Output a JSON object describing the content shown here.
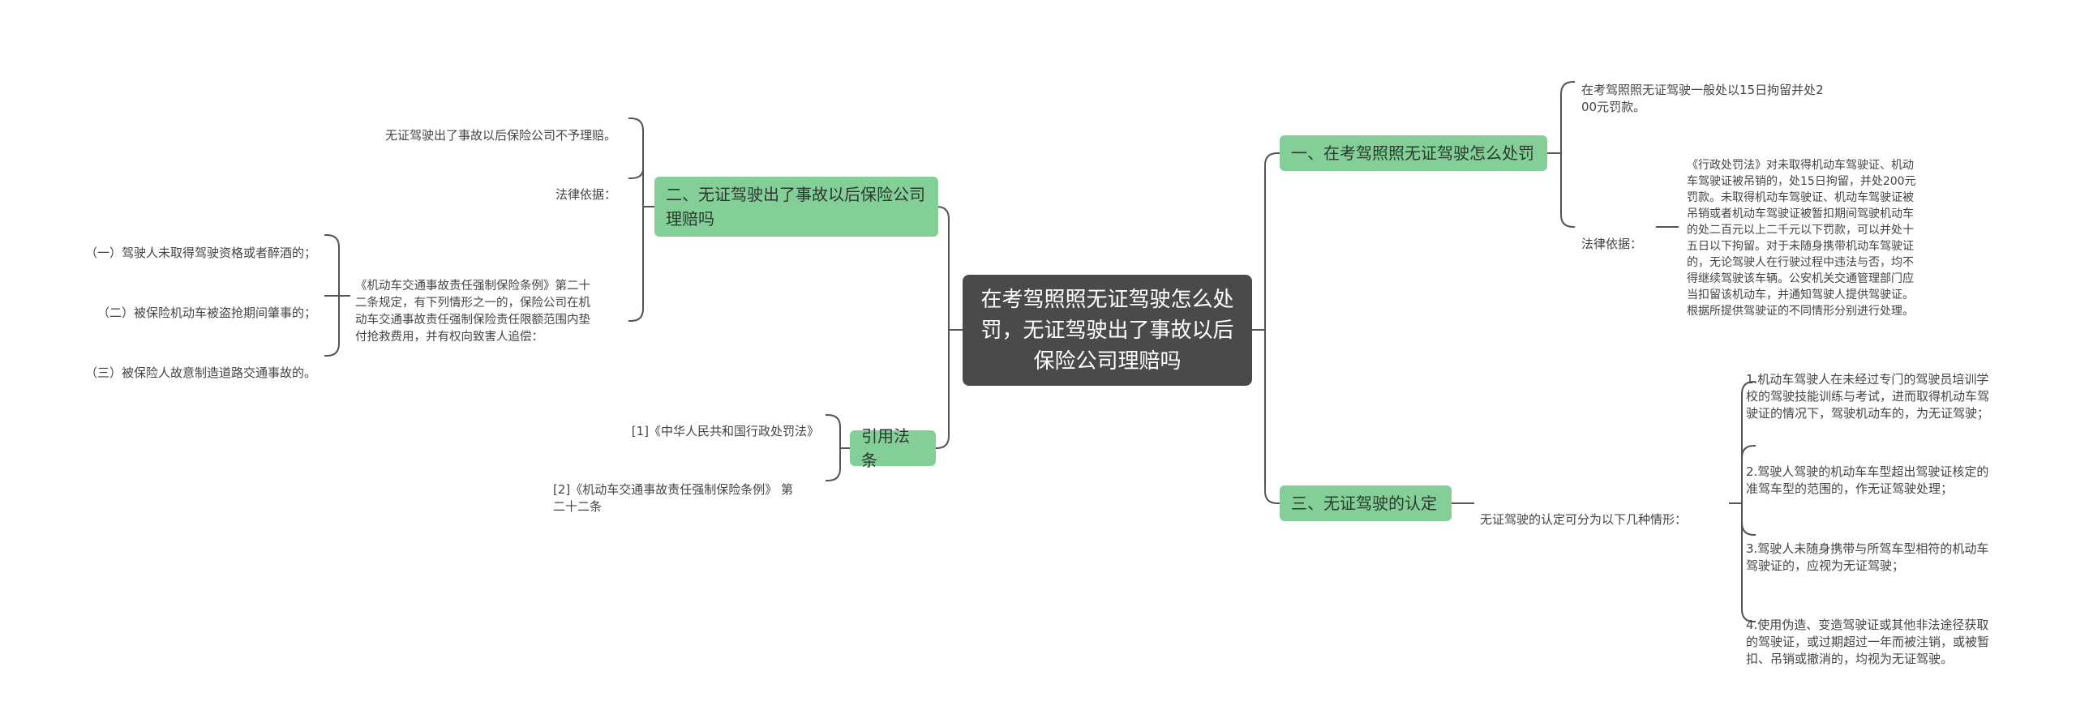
{
  "root": {
    "title": "在考驾照照无证驾驶怎么处罚，无证驾驶出了事故以后保险公司理赔吗"
  },
  "branches": {
    "b1": {
      "label": "一、在考驾照照无证驾驶怎么处罚",
      "leaf1": "在考驾照照无证驾驶一般处以15日拘留并处2\n00元罚款。",
      "leaf2_label": "法律依据：",
      "leaf2_text": "《行政处罚法》对未取得机动车驾驶证、机动\n车驾驶证被吊销的，处15日拘留，并处200元\n罚款。未取得机动车驾驶证、机动车驾驶证被\n吊销或者机动车驾驶证被暂扣期间驾驶机动车\n的处二百元以上二千元以下罚款，可以并处十\n五日以下拘留。对于未随身携带机动车驾驶证\n的，无论驾驶人在行驶过程中违法与否，均不\n得继续驾驶该车辆。公安机关交通管理部门应\n当扣留该机动车，并通知驾驶人提供驾驶证。\n根据所提供驾驶证的不同情形分别进行处理。"
    },
    "b2": {
      "label": "二、无证驾驶出了事故以后保险公司理赔吗",
      "leaf1": "无证驾驶出了事故以后保险公司不予理赔。",
      "leaf2_label": "法律依据：",
      "leaf3": "《机动车交通事故责任强制保险条例》第二十\n二条规定，有下列情形之一的，保险公司在机\n动车交通事故责任强制保险责任限额范围内垫\n付抢救费用，并有权向致害人追偿：",
      "sub": [
        "（一）驾驶人未取得驾驶资格或者醉酒的；",
        "（二）被保险机动车被盗抢期间肇事的；",
        "（三）被保险人故意制造道路交通事故的。"
      ]
    },
    "b3": {
      "label": "三、无证驾驶的认定",
      "leaf1": "无证驾驶的认定可分为以下几种情形：",
      "items": [
        "1.机动车驾驶人在未经过专门的驾驶员培训学\n校的驾驶技能训练与考试，进而取得机动车驾\n驶证的情况下，驾驶机动车的，为无证驾驶；",
        "2.驾驶人驾驶的机动车车型超出驾驶证核定的\n准驾车型的范围的，作无证驾驶处理；",
        "3.驾驶人未随身携带与所驾车型相符的机动车\n驾驶证的，应视为无证驾驶；",
        "4.使用伪造、变造驾驶证或其他非法途径获取\n的驾驶证，或过期超过一年而被注销，或被暂\n扣、吊销或撤消的，均视为无证驾驶。"
      ]
    },
    "b4": {
      "label": "引用法条",
      "items": [
        "[1]《中华人民共和国行政处罚法》",
        "[2]《机动车交通事故责任强制保险条例》 第\n二十二条"
      ]
    }
  },
  "colors": {
    "root_bg": "#4a4a4a",
    "branch_bg": "#84cf98",
    "connector": "#555555"
  }
}
